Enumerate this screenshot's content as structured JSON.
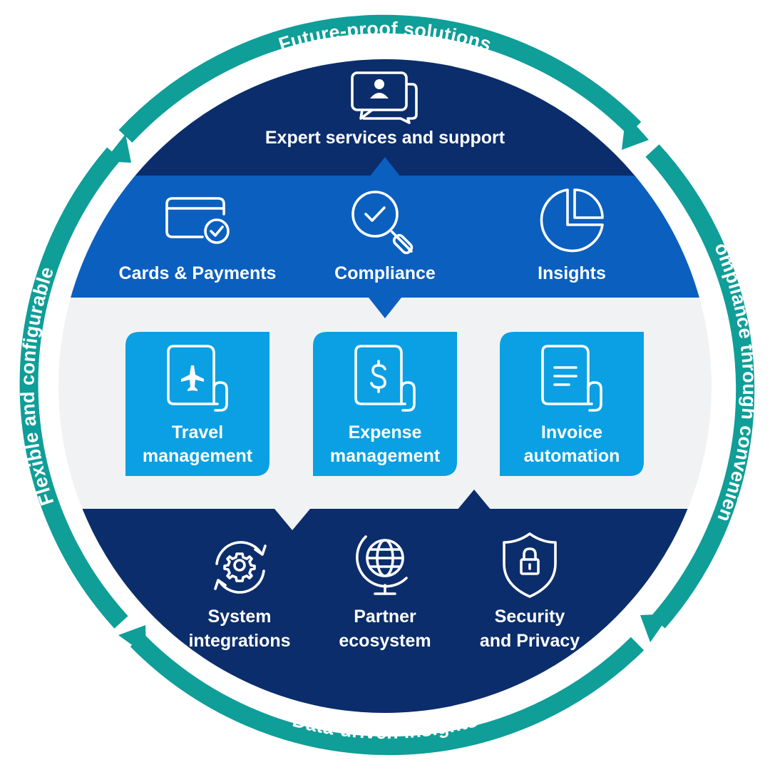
{
  "colors": {
    "ring_teal": "#0f9e98",
    "navy": "#0b2d6b",
    "royal_blue": "#0b5fbf",
    "light_gray": "#f1f2f3",
    "sky_blue": "#0aa0e3",
    "white": "#ffffff"
  },
  "ring_labels": {
    "top": "Future-proof solutions",
    "right": "Compliance through convenience",
    "bottom": "Data-driven insights",
    "left": "Flexible and configurable"
  },
  "top_band": {
    "icon": "chat-person-icon",
    "label": "Expert services and support"
  },
  "middle_band": {
    "items": [
      {
        "icon": "card-check-icon",
        "label": "Cards & Payments"
      },
      {
        "icon": "magnifier-check-icon",
        "label": "Compliance"
      },
      {
        "icon": "pie-chart-icon",
        "label": "Insights"
      }
    ]
  },
  "core_modules": [
    {
      "icon": "travel-document-icon",
      "line1": "Travel",
      "line2": "management"
    },
    {
      "icon": "expense-document-icon",
      "line1": "Expense",
      "line2": "management"
    },
    {
      "icon": "invoice-document-icon",
      "line1": "Invoice",
      "line2": "automation"
    }
  ],
  "bottom_band": {
    "items": [
      {
        "icon": "gear-cycle-icon",
        "line1": "System",
        "line2": "integrations"
      },
      {
        "icon": "globe-icon",
        "line1": "Partner",
        "line2": "ecosystem"
      },
      {
        "icon": "shield-lock-icon",
        "line1": "Security",
        "line2": "and Privacy"
      }
    ]
  }
}
